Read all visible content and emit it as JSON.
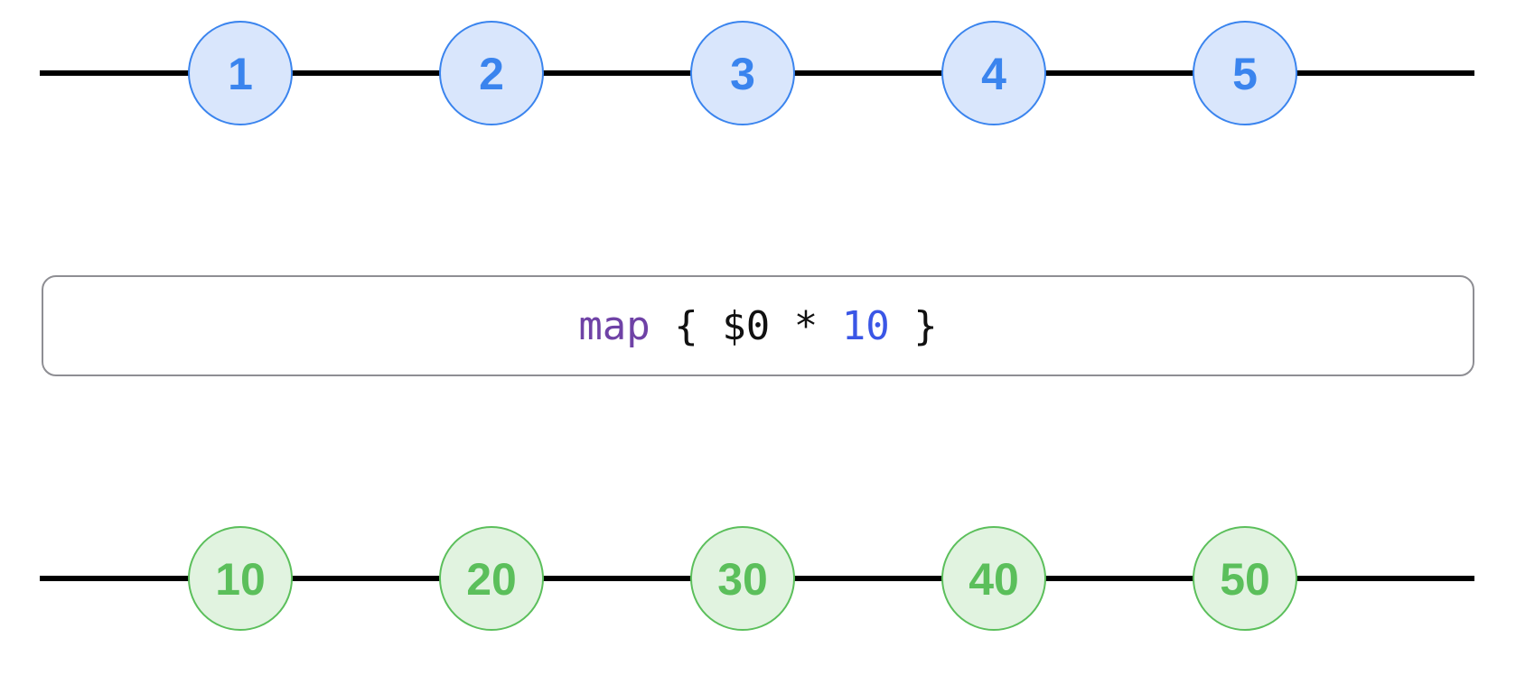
{
  "diagram": {
    "input_stream": {
      "marbles": [
        "1",
        "2",
        "3",
        "4",
        "5"
      ]
    },
    "operator": {
      "tokens": [
        {
          "text": "map",
          "kind": "keyword"
        },
        {
          "text": " { $0 * ",
          "kind": "plain"
        },
        {
          "text": "10",
          "kind": "number"
        },
        {
          "text": " }",
          "kind": "plain"
        }
      ]
    },
    "output_stream": {
      "marbles": [
        "10",
        "20",
        "30",
        "40",
        "50"
      ]
    },
    "colors": {
      "input_fill": "#d9e6fc",
      "input_stroke": "#3a84ee",
      "input_text": "#3a84ee",
      "output_fill": "#e1f3e0",
      "output_stroke": "#5bbf5b",
      "output_text": "#5bbf5b",
      "line": "#000000",
      "keyword": "#6f42a6",
      "number": "#3a56e6"
    }
  }
}
